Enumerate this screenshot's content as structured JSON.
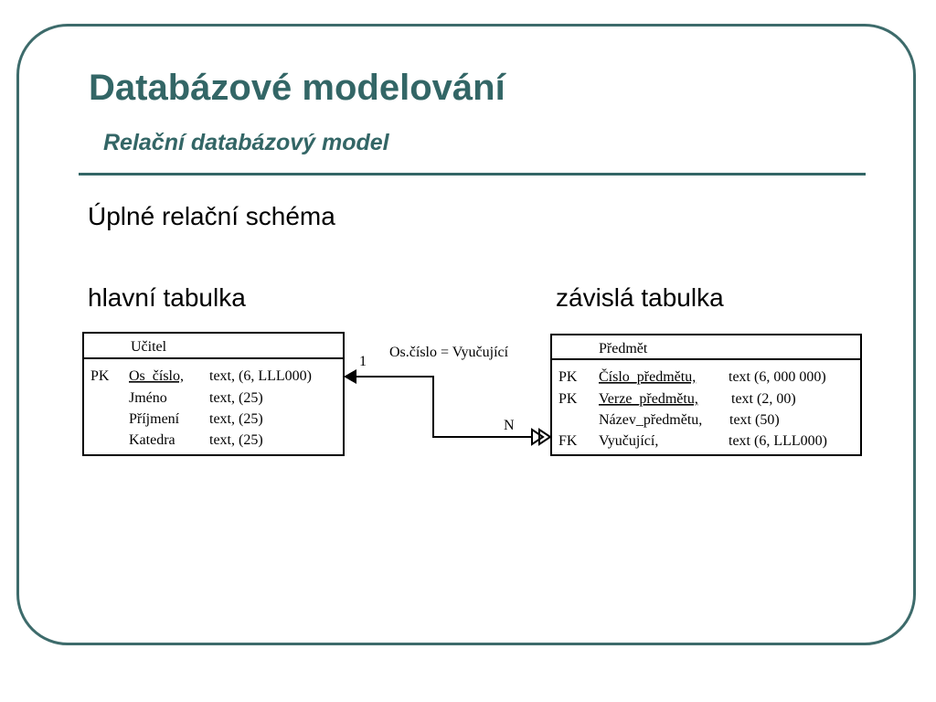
{
  "slide": {
    "title": "Databázové modelování",
    "subtitle": "Relační databázový model",
    "schema_heading": "Úplné relační schéma",
    "main_table_caption": "hlavní tabulka",
    "dependent_table_caption": "závislá tabulka"
  },
  "diagram": {
    "main_table": {
      "name": "Učitel",
      "rows": [
        {
          "key": "PK",
          "field": "Os_číslo,",
          "type": "text, (6, LLL000)",
          "underlined": true
        },
        {
          "key": "",
          "field": "Jméno",
          "type": "text, (25)",
          "underlined": false
        },
        {
          "key": "",
          "field": "Příjmení",
          "type": "text, (25)",
          "underlined": false
        },
        {
          "key": "",
          "field": "Katedra",
          "type": "text, (25)",
          "underlined": false
        }
      ]
    },
    "relation": {
      "label": "Os.číslo = Vyučující",
      "one_side": "1",
      "many_side": "N"
    },
    "dependent_table": {
      "name": "Předmět",
      "rows": [
        {
          "key": "PK",
          "field": "Číslo_předmětu,",
          "type": "text (6, 000 000)",
          "underlined": true
        },
        {
          "key": "PK",
          "field": "Verze_předmětu,",
          "type": "text (2, 00)",
          "underlined": true
        },
        {
          "key": "",
          "field": "Název_předmětu,",
          "type": "text (50)",
          "underlined": false
        },
        {
          "key": "FK",
          "field": "Vyučující,",
          "type": "text (6, LLL000)",
          "underlined": false
        }
      ]
    }
  },
  "colors": {
    "accent": "#336666",
    "frame": "#3d6b6b",
    "text": "#000000"
  }
}
